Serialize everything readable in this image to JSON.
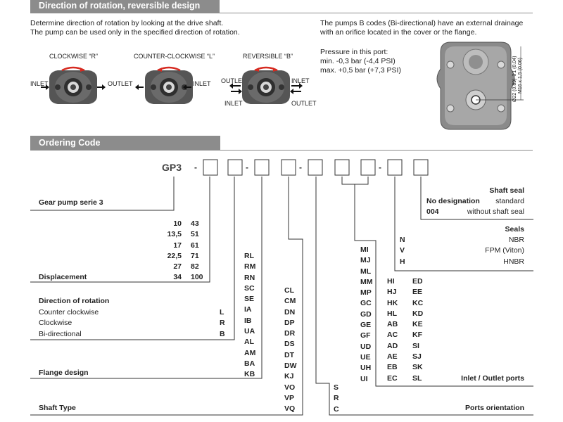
{
  "sections": {
    "rotation_title": "Direction of rotation, reversible design",
    "ordering_title": "Ordering Code"
  },
  "rotation": {
    "intro_line1": "Determine direction of rotation by looking at the drive shaft.",
    "intro_line2": "The pump can be used only in the specified direction of rotation.",
    "bidir_line1": "The pumps B codes (Bi-directional) have an external drainage",
    "bidir_line2": "with an orifice located in the cover or the flange.",
    "pressure_title": "Pressure in this port:",
    "pressure_min": "min. -0,3 bar (-4,4 PSI)",
    "pressure_max": "max. +0,5 bar (+7,3 PSI)",
    "labels": {
      "clockwise": "CLOCKWISE “R”",
      "counter": "COUNTER-CLOCKWISE “L”",
      "reversible": "REVERSIBLE “B”",
      "inlet": "INLET",
      "outlet": "OUTLET"
    },
    "dim_text1": "M16 x 1,5 (0.06)",
    "dim_text2": "Ø22 (0.89) ↧1 (0.04)"
  },
  "code": {
    "prefix": "GP3",
    "dash": "-"
  },
  "shaft_seal": {
    "title": "Shaft seal",
    "no_designation": "No designation",
    "standard": "standard",
    "code_004": "004",
    "without": "without shaft seal"
  },
  "seals": {
    "title": "Seals",
    "codes": [
      "N",
      "V",
      "H"
    ],
    "names": [
      "NBR",
      "FPM (Viton)",
      "HNBR"
    ]
  },
  "gear_pump": {
    "label": "Gear pump serie 3"
  },
  "displacement": {
    "label": "Displacement",
    "col1": [
      "10",
      "13,5",
      "17",
      "22,5",
      "27",
      "34"
    ],
    "col2": [
      "43",
      "51",
      "61",
      "71",
      "82",
      "100"
    ]
  },
  "direction": {
    "title": "Direction of rotation",
    "items": [
      "Counter clockwise",
      "Clockwise",
      "Bi-directional"
    ],
    "codes": [
      "L",
      "R",
      "B"
    ]
  },
  "flange": {
    "label": "Flange design",
    "codes": [
      "RL",
      "RM",
      "RN",
      "SC",
      "SE",
      "IA",
      "IB",
      "UA",
      "AL",
      "AM",
      "BA",
      "KB"
    ]
  },
  "shaft_type": {
    "label": "Shaft Type",
    "codes": [
      "CL",
      "CM",
      "DN",
      "DP",
      "DR",
      "DS",
      "DT",
      "DW",
      "KJ",
      "VO",
      "VP",
      "VQ"
    ]
  },
  "ports": {
    "label": "Inlet / Outlet ports",
    "col1": [
      "MI",
      "MJ",
      "ML",
      "MM",
      "MP",
      "GC",
      "GD",
      "GE",
      "GF",
      "UD",
      "UE",
      "UH",
      "UI"
    ],
    "col2": [
      "HI",
      "HJ",
      "HK",
      "HL",
      "AB",
      "AC",
      "AD",
      "AE",
      "EB",
      "EC"
    ],
    "col3": [
      "ED",
      "EE",
      "KC",
      "KD",
      "KE",
      "KF",
      "SI",
      "SJ",
      "SK",
      "SL"
    ]
  },
  "orientation": {
    "label": "Ports orientation",
    "codes": [
      "S",
      "R",
      "C"
    ]
  }
}
